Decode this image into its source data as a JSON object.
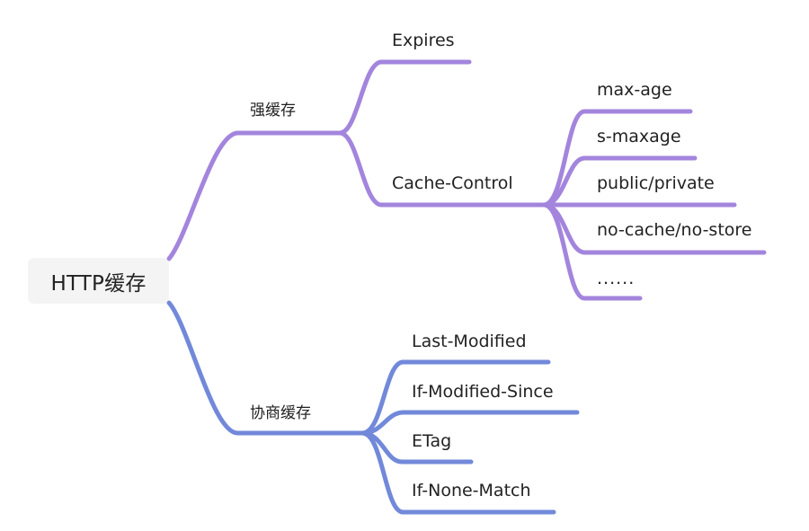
{
  "diagram": {
    "type": "mind-map",
    "orientation": "left-to-right",
    "background_color": "#ffffff",
    "text_color": "#222222",
    "root": {
      "label": "HTTP缓存",
      "box_color": "#f4f4f4"
    },
    "branches": [
      {
        "id": "strong-cache",
        "label": "强缓存",
        "color": "#a385dd",
        "children": [
          {
            "id": "expires",
            "label": "Expires",
            "children": []
          },
          {
            "id": "cache-control",
            "label": "Cache-Control",
            "children": [
              {
                "id": "max-age",
                "label": "max-age"
              },
              {
                "id": "s-maxage",
                "label": "s-maxage"
              },
              {
                "id": "public-private",
                "label": "public/private"
              },
              {
                "id": "no-cache-no-store",
                "label": "no-cache/no-store"
              },
              {
                "id": "ellipsis",
                "label": "......"
              }
            ]
          }
        ]
      },
      {
        "id": "negotiation-cache",
        "label": "协商缓存",
        "color": "#7289da",
        "children": [
          {
            "id": "last-modified",
            "label": "Last-Modified"
          },
          {
            "id": "if-modified-since",
            "label": "If-Modified-Since"
          },
          {
            "id": "etag",
            "label": "ETag"
          },
          {
            "id": "if-none-match",
            "label": "If-None-Match"
          }
        ]
      }
    ]
  }
}
